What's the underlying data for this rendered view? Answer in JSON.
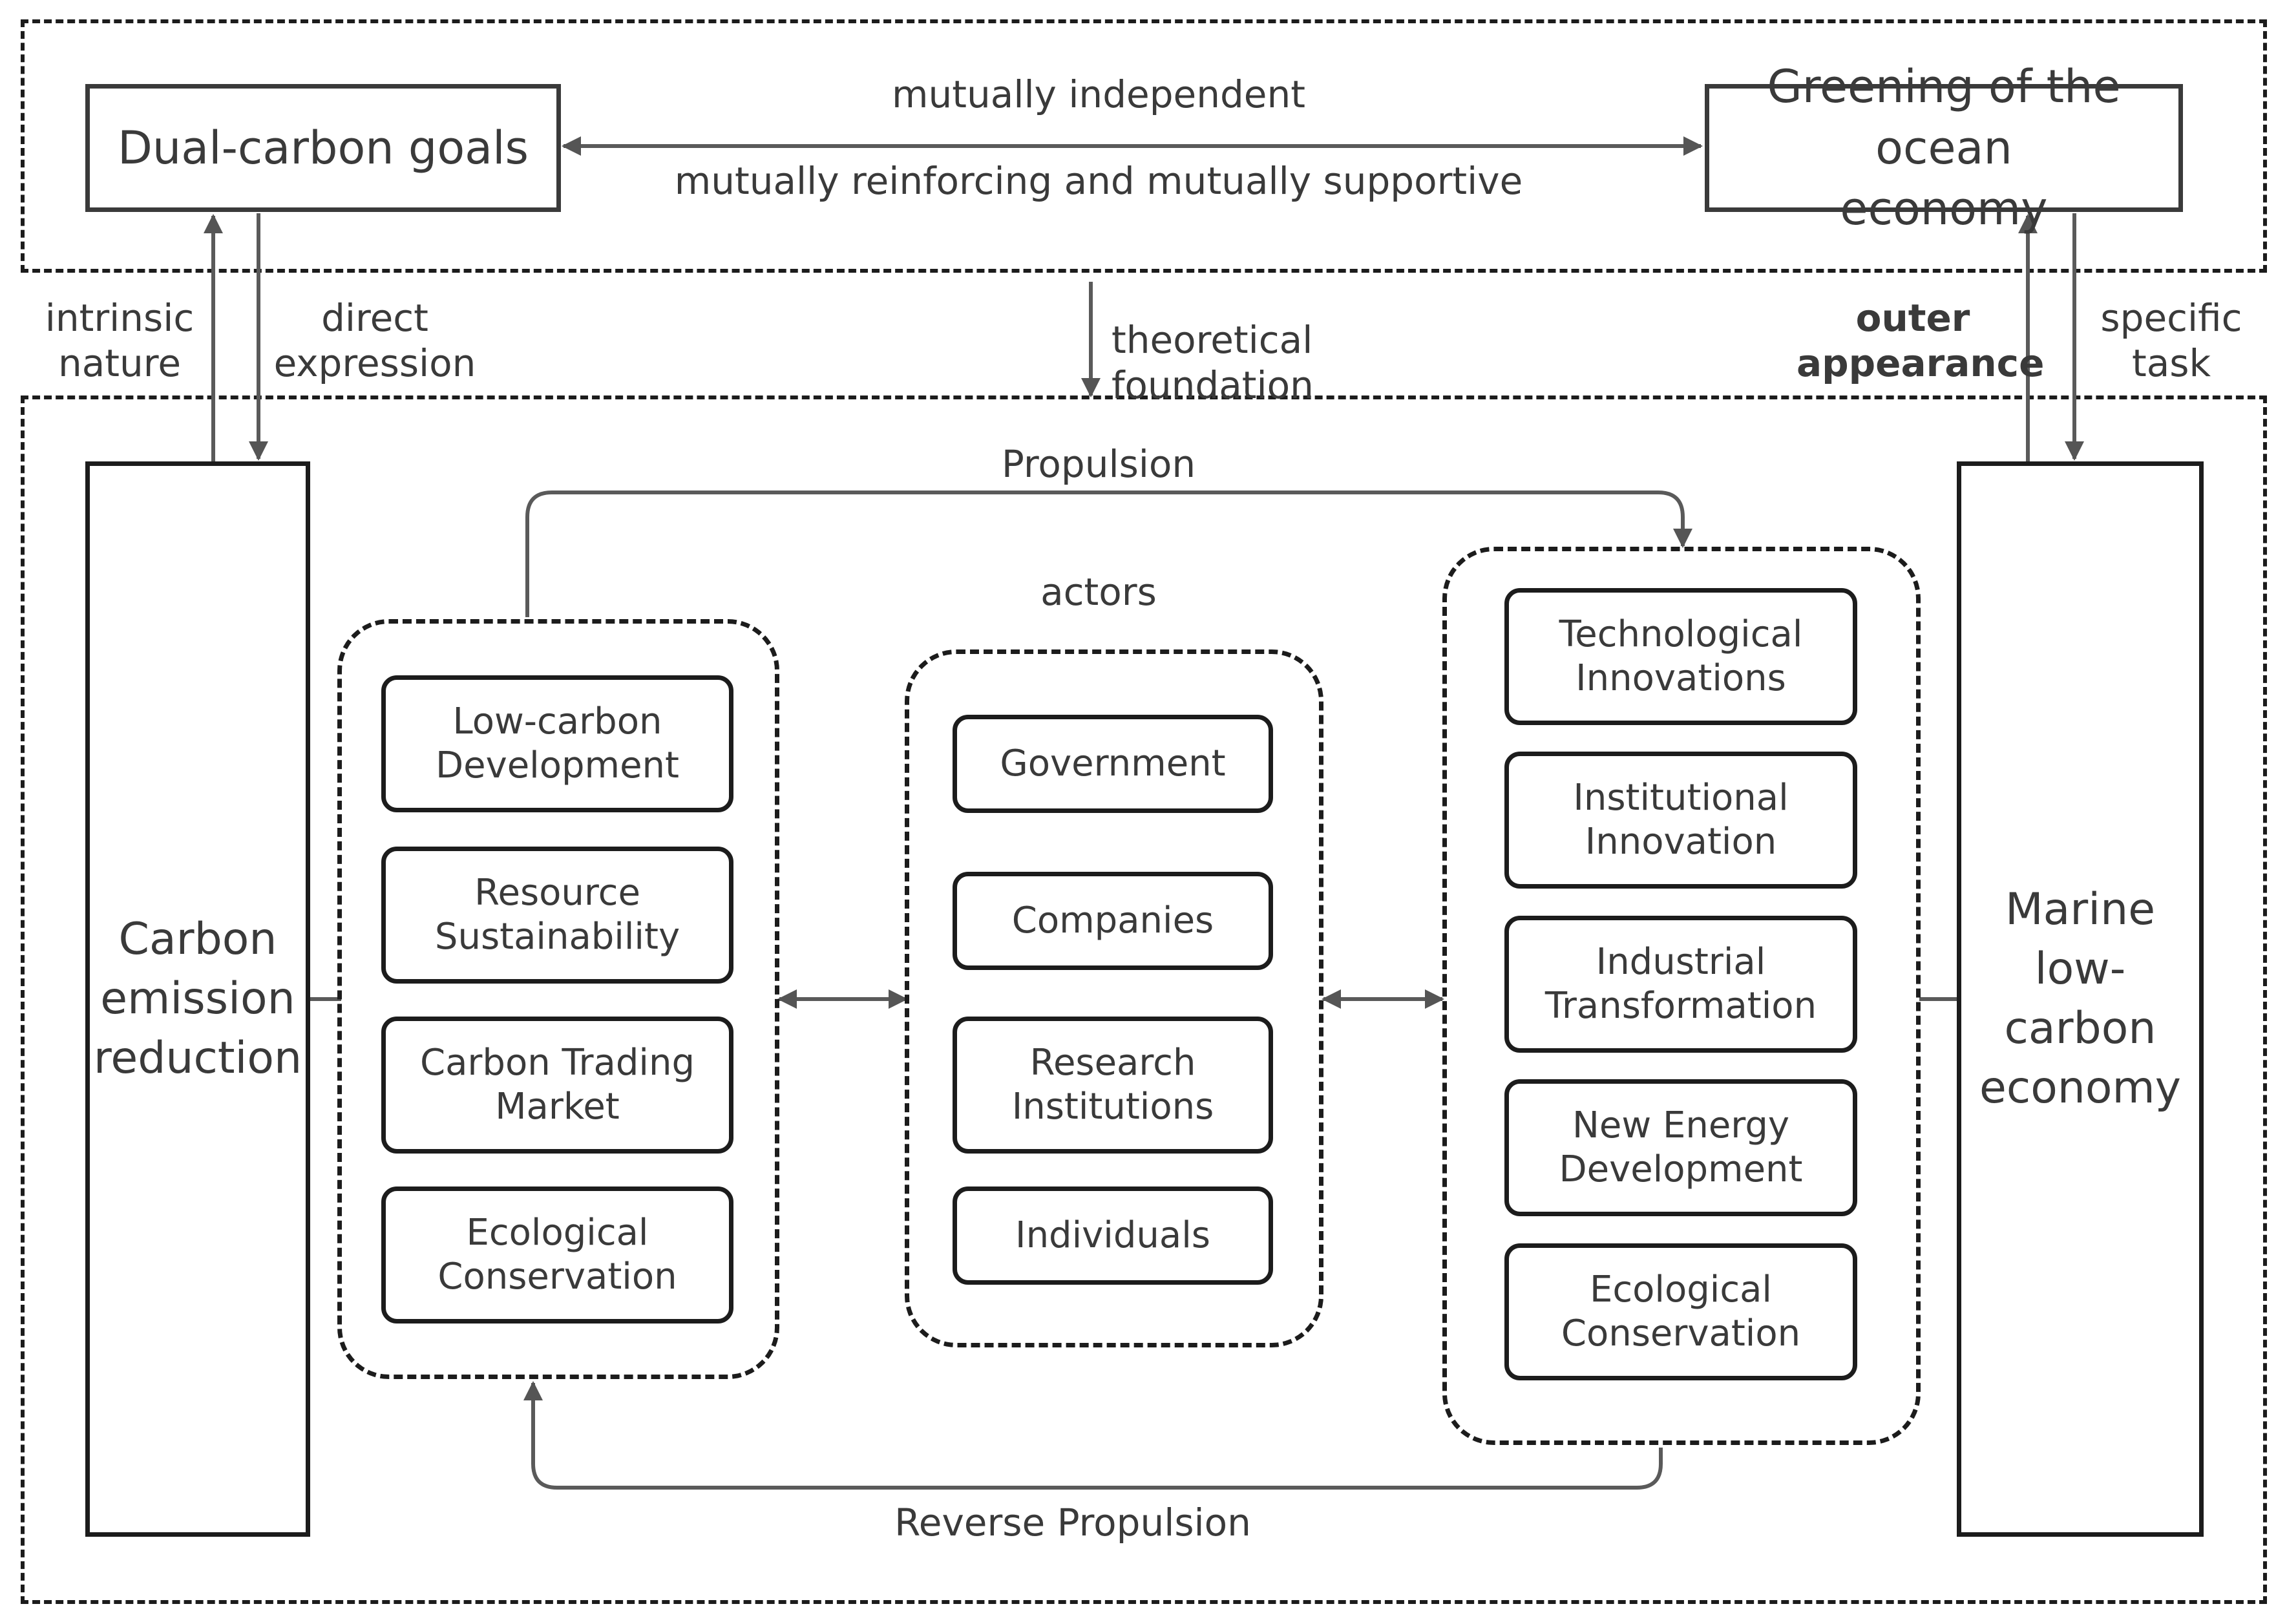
{
  "top": {
    "left_goal": "Dual-carbon goals",
    "right_goal": "Greening of the ocean\neconomy",
    "relation_upper": "mutually independent",
    "relation_lower": "mutually reinforcing and mutually supportive"
  },
  "links": {
    "intrinsic_nature": "intrinsic\nnature",
    "direct_expression": "direct\nexpression",
    "theoretical_foundation": "theoretical foundation",
    "outer_appearance": "outer\nappearance",
    "specific_task": "specific\ntask"
  },
  "pillars": {
    "left": "Carbon\nemission\nreduction",
    "right": "Marine\nlow-carbon\neconomy"
  },
  "flows": {
    "propulsion": "Propulsion",
    "reverse_propulsion": "Reverse Propulsion"
  },
  "left_group": {
    "items": [
      "Low-carbon\nDevelopment",
      "Resource\nSustainability",
      "Carbon Trading\nMarket",
      "Ecological\nConservation"
    ]
  },
  "actors": {
    "title": "actors",
    "items": [
      "Government",
      "Companies",
      "Research\nInstitutions",
      "Individuals"
    ]
  },
  "right_group": {
    "items": [
      "Technological\nInnovations",
      "Institutional\nInnovation",
      "Industrial\nTransformation",
      "New Energy\nDevelopment",
      "Ecological\nConservation"
    ]
  }
}
